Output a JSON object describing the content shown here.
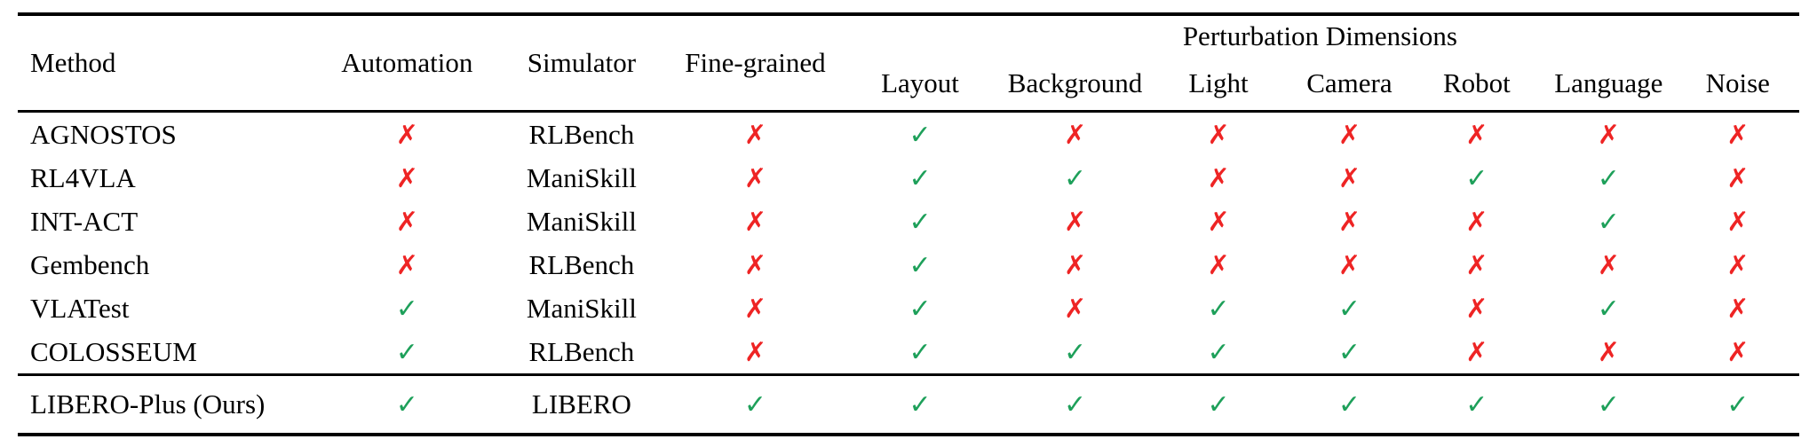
{
  "table": {
    "headers": {
      "method": "Method",
      "automation": "Automation",
      "simulator": "Simulator",
      "fine_grained": "Fine-grained",
      "group": "Perturbation Dimensions",
      "perturbations": [
        "Layout",
        "Background",
        "Light",
        "Camera",
        "Robot",
        "Language",
        "Noise"
      ]
    },
    "marks": {
      "check": "✓",
      "cross": "✗"
    },
    "colors": {
      "check_green": "#1ea05a",
      "cross_red": "#ee2424"
    },
    "rows": [
      {
        "method": "AGNOSTOS",
        "automation": false,
        "simulator": "RLBench",
        "fine_grained": false,
        "perturbations": [
          true,
          false,
          false,
          false,
          false,
          false,
          false
        ]
      },
      {
        "method": "RL4VLA",
        "automation": false,
        "simulator": "ManiSkill",
        "fine_grained": false,
        "perturbations": [
          true,
          true,
          false,
          false,
          true,
          true,
          false
        ]
      },
      {
        "method": "INT-ACT",
        "automation": false,
        "simulator": "ManiSkill",
        "fine_grained": false,
        "perturbations": [
          true,
          false,
          false,
          false,
          false,
          true,
          false
        ]
      },
      {
        "method": "Gembench",
        "automation": false,
        "simulator": "RLBench",
        "fine_grained": false,
        "perturbations": [
          true,
          false,
          false,
          false,
          false,
          false,
          false
        ]
      },
      {
        "method": "VLATest",
        "automation": true,
        "simulator": "ManiSkill",
        "fine_grained": false,
        "perturbations": [
          true,
          false,
          true,
          true,
          false,
          true,
          false
        ]
      },
      {
        "method": "COLOSSEUM",
        "automation": true,
        "simulator": "RLBench",
        "fine_grained": false,
        "perturbations": [
          true,
          true,
          true,
          true,
          false,
          false,
          false
        ]
      }
    ],
    "highlight_row": {
      "method": "LIBERO-Plus (Ours)",
      "automation": true,
      "simulator": "LIBERO",
      "fine_grained": true,
      "perturbations": [
        true,
        true,
        true,
        true,
        true,
        true,
        true
      ]
    }
  }
}
